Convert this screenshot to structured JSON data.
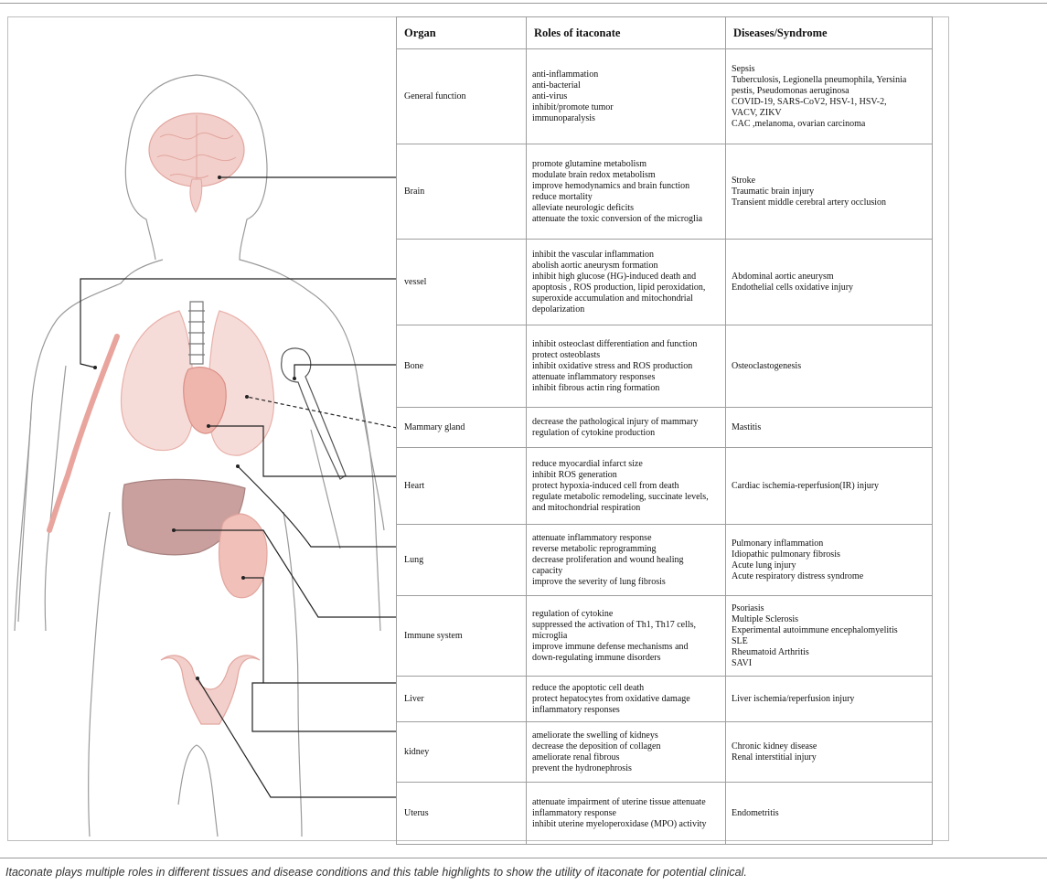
{
  "table": {
    "headers": [
      "Organ",
      "Roles of itaconate",
      "Diseases/Syndrome"
    ],
    "rows": [
      {
        "organ": "General function",
        "roles": [
          "anti-inflammation",
          "anti-bacterial",
          "anti-virus",
          "inhibit/promote tumor",
          "immunoparalysis"
        ],
        "diseases": [
          "Sepsis",
          "Tuberculosis, Legionella pneumophila, Yersinia",
          "pestis, Pseudomonas aeruginosa",
          "COVID-19, SARS-CoV2,  HSV-1, HSV-2,",
          "VACV, ZIKV",
          "CAC ,melanoma,  ovarian carcinoma"
        ]
      },
      {
        "organ": "Brain",
        "roles": [
          "promote glutamine metabolism",
          "modulate brain redox metabolism",
          "improve hemodynamics and brain function",
          "reduce mortality",
          "alleviate neurologic deficits",
          "attenuate the toxic conversion of the microglia"
        ],
        "diseases": [
          "Stroke",
          "Traumatic brain injury",
          "Transient middle cerebral artery occlusion"
        ]
      },
      {
        "organ": "vessel",
        "roles": [
          "inhibit the vascular inflammation",
          "abolish aortic aneurysm formation",
          "inhibit high glucose (HG)-induced death and",
          "apoptosis , ROS production, lipid peroxidation,",
          "superoxide accumulation and mitochondrial",
          "depolarization"
        ],
        "diseases": [
          "Abdominal aortic aneurysm",
          "Endothelial cells oxidative injury"
        ]
      },
      {
        "organ": "Bone",
        "roles": [
          "inhibit osteoclast differentiation and function",
          "protect osteoblasts",
          "inhibit  oxidative stress and  ROS production",
          "attenuate inflammatory responses",
          "inhibit fibrous actin ring formation"
        ],
        "diseases": [
          "Osteoclastogenesis"
        ]
      },
      {
        "organ": "Mammary gland",
        "roles": [
          "decrease the pathological injury of mammary",
          "regulation of cytokine production"
        ],
        "diseases": [
          "Mastitis"
        ]
      },
      {
        "organ": "Heart",
        "roles": [
          "reduce myocardial infarct size",
          "inhibit ROS generation",
          "protect hypoxia-induced cell from death",
          "regulate metabolic remodeling, succinate levels,",
          "and mitochondrial respiration"
        ],
        "diseases": [
          " Cardiac ischemia-reperfusion(IR) injury"
        ]
      },
      {
        "organ": "Lung",
        "roles": [
          "attenuate inflammatory response",
          "reverse metabolic reprogramming",
          "decrease  proliferation and wound healing",
          "capacity",
          "improve the severity of lung fibrosis"
        ],
        "diseases": [
          "Pulmonary inflammation",
          "Idiopathic pulmonary fibrosis",
          "Acute lung injury",
          "Acute respiratory distress syndrome"
        ]
      },
      {
        "organ": "Immune system",
        "roles": [
          "regulation of cytokine",
          "suppressed the activation of  Th1, Th17 cells,",
          "microglia",
          "improve immune defense mechanisms and",
          "down-regulating immune disorders"
        ],
        "diseases": [
          "Psoriasis",
          "Multiple Sclerosis",
          "Experimental autoimmune encephalomyelitis",
          "SLE",
          "Rheumatoid Arthritis",
          "SAVI"
        ]
      },
      {
        "organ": "Liver",
        "roles": [
          "reduce the apoptotic cell death",
          "protect hepatocytes from oxidative damage",
          "inflammatory responses"
        ],
        "diseases": [
          "Liver ischemia/reperfusion injury"
        ]
      },
      {
        "organ": "kidney",
        "roles": [
          "ameliorate the swelling of kidneys",
          "decrease the deposition of collagen",
          "ameliorate renal fibrous",
          "prevent the hydronephrosis"
        ],
        "diseases": [
          "Chronic kidney disease",
          "Renal interstitial injury"
        ]
      },
      {
        "organ": "Uterus",
        "roles": [
          "attenuate impairment of uterine tissue  attenuate",
          "inflammatory response",
          "inhibit uterine myeloperoxidase (MPO) activity"
        ],
        "diseases": [
          "Endometritis"
        ]
      }
    ]
  },
  "caption": "Itaconate plays multiple roles in different tissues and disease conditions and this table highlights to show the utility of itaconate for potential clinical.",
  "colors": {
    "organ_fill": "#f3cfcb",
    "organ_stroke": "#e8b1ab",
    "outline": "#9a9a9a",
    "leader": "#222222",
    "liver": "#c9a09d"
  }
}
